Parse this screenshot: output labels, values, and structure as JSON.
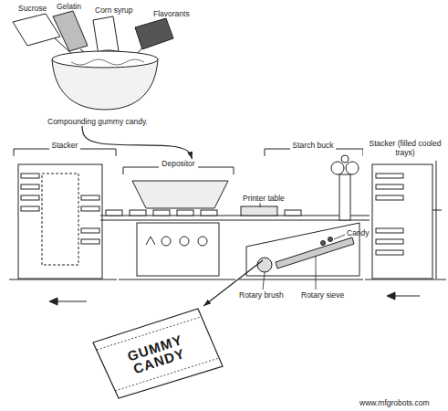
{
  "diagram": {
    "nodes": [
      {
        "text": [
          "Compounding gummy candy."
        ]
      },
      {
        "text": [
          "Stacker"
        ]
      },
      {
        "text": [
          "Depositor"
        ]
      },
      {
        "text": [
          "Starch buck"
        ]
      },
      {
        "text": [
          "Stacker (filled cooled trays)"
        ]
      },
      {
        "text": [
          "GUMMY CANDY"
        ]
      }
    ],
    "edges": [
      {
        "from": 0,
        "to": 2,
        "arrow": "to"
      },
      {
        "from": 3,
        "to": 5,
        "arrow": "to"
      }
    ],
    "labels": [
      "Sucrose",
      "Gelatin",
      "Corn syrup",
      "Flavorants",
      "Printer table",
      "Candy",
      "Rotary brush",
      "Rotary sieve",
      "www.mfgrobots.com"
    ]
  }
}
